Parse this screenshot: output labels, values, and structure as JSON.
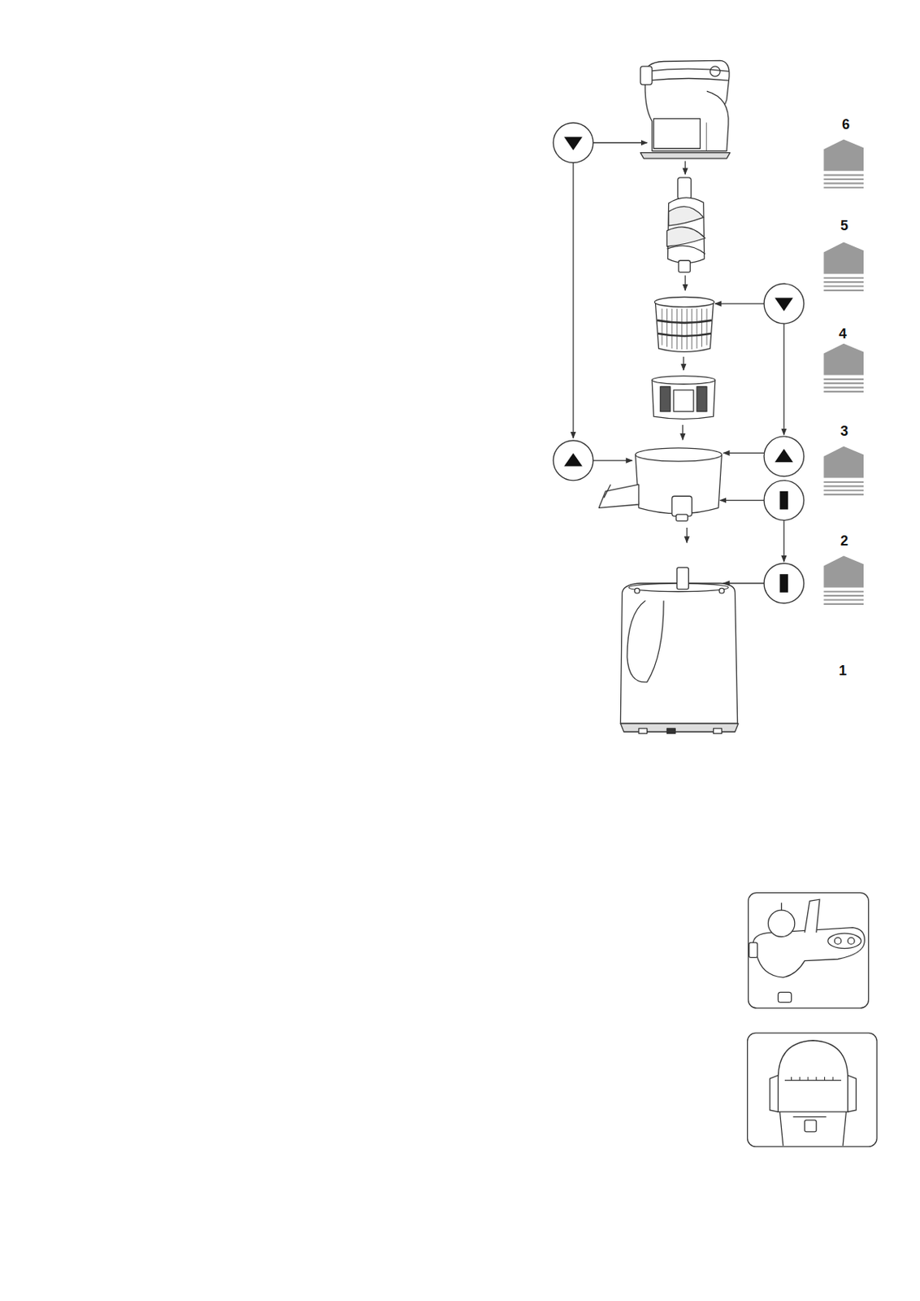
{
  "diagram": {
    "labels": [
      "6",
      "5",
      "4",
      "3",
      "2",
      "1"
    ]
  }
}
